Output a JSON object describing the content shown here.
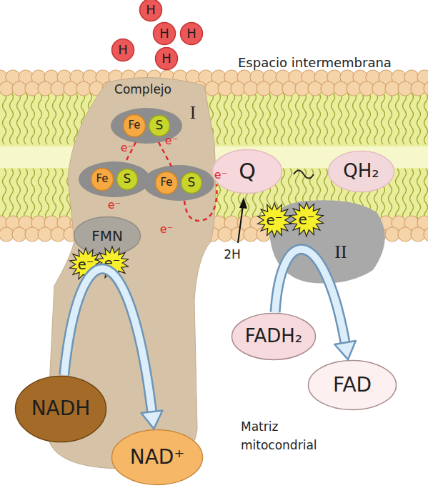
{
  "diagram": {
    "nodes": [
      {
        "text": [
          "H"
        ]
      },
      {
        "text": [
          "H"
        ]
      },
      {
        "text": [
          "H"
        ]
      },
      {
        "text": [
          "H"
        ]
      },
      {
        "text": [
          "H"
        ]
      },
      {
        "text": [
          "Complejo",
          "I"
        ]
      },
      {
        "text": [
          "Fe"
        ],
        "in": 5
      },
      {
        "text": [
          "S"
        ],
        "in": 5
      },
      {
        "text": [
          "Fe"
        ],
        "in": 5
      },
      {
        "text": [
          "S"
        ],
        "in": 5
      },
      {
        "text": [
          "Fe"
        ],
        "in": 5
      },
      {
        "text": [
          "S"
        ],
        "in": 5
      },
      {
        "text": [
          "FMN"
        ],
        "in": 5
      },
      {
        "text": [
          "e⁻"
        ],
        "in": 5
      },
      {
        "text": [
          "e⁻"
        ],
        "in": 5
      },
      {
        "text": [
          "Q"
        ]
      },
      {
        "text": [
          "QH₂"
        ]
      },
      {
        "text": [
          "II"
        ]
      },
      {
        "text": [
          "e⁻"
        ]
      },
      {
        "text": [
          "e⁻"
        ]
      },
      {
        "text": [
          "FADH₂"
        ]
      },
      {
        "text": [
          "FAD"
        ]
      },
      {
        "text": [
          "NADH"
        ]
      },
      {
        "text": [
          "NAD⁺"
        ]
      }
    ],
    "edges": [
      {
        "from": 22,
        "to": 23,
        "arrow": "to"
      },
      {
        "from": 20,
        "to": 21,
        "arrow": "to"
      }
    ],
    "labels": [
      "Espacio intermembrana",
      "e⁻",
      "e⁻",
      "e⁻",
      "e⁻",
      "e⁻",
      "2H",
      "Matriz mitocondrial"
    ]
  }
}
